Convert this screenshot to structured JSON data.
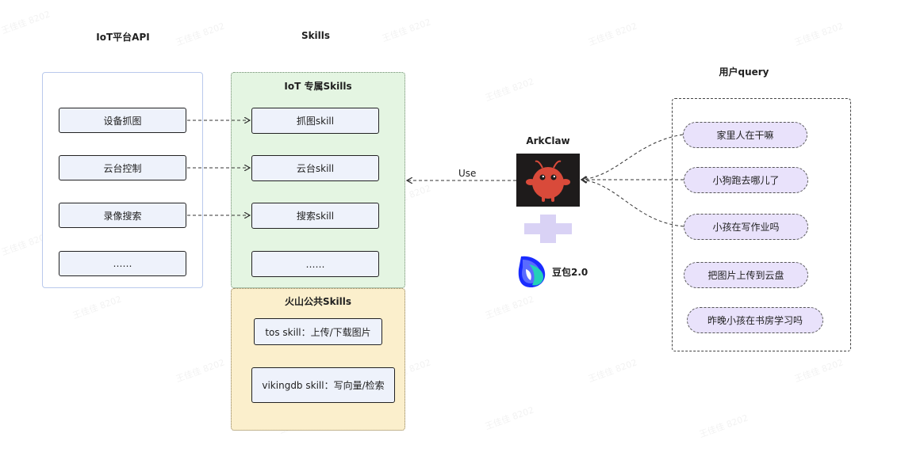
{
  "columns": {
    "api_title": "IoT平台API",
    "skills_title": "Skills",
    "query_title": "用户query"
  },
  "api_items": [
    "设备抓图",
    "云台控制",
    "录像搜索",
    "……"
  ],
  "iot_group": {
    "title": "IoT 专属Skills",
    "items": [
      "抓图skill",
      "云台skill",
      "搜索skill",
      "……"
    ]
  },
  "public_group": {
    "title": "火山公共Skills",
    "items": [
      "tos skill：上传/下载图片",
      "vikingdb skill：写向量/检索"
    ]
  },
  "agent": {
    "title": "ArkClaw",
    "model": "豆包2.0",
    "use_label": "Use"
  },
  "queries": [
    "家里人在干嘛",
    "小狗跑去哪儿了",
    "小孩在写作业吗",
    "把图片上传到云盘",
    "昨晚小孩在书房学习吗"
  ],
  "watermark": "王佳佳 8202",
  "colors": {
    "api_border": "#b9c9ec",
    "iot_bg": "#e4f5e2",
    "public_bg": "#fbefcc",
    "box_fill": "#eef2fb",
    "query_pill": "#e9e2fb",
    "plus": "#d9d2f5"
  }
}
